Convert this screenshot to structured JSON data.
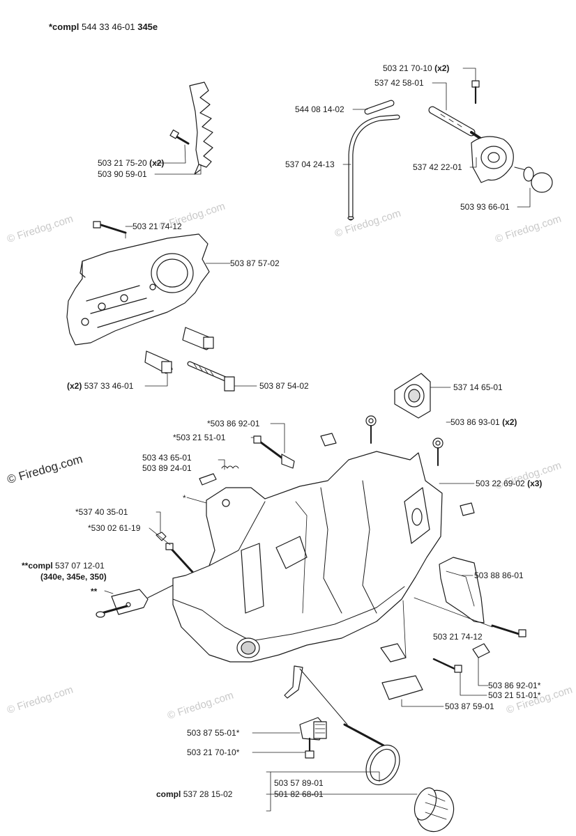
{
  "header": {
    "prefix": "*compl",
    "number": "544 33 46-01",
    "model": "345e"
  },
  "watermark": {
    "text": "© Firedog.com"
  },
  "labels": {
    "p503217010_top": "503 21 70-10",
    "p503217010_top_qty": "(x2)",
    "p537425801": "537 42 58-01",
    "p544081402": "544 08 14-02",
    "p537042413": "537 04 24-13",
    "p537422201": "537 42 22-01",
    "p503936601": "503 93 66-01",
    "p503217520": "503 21 75-20",
    "p503217520_qty": "(x2)",
    "p503905901": "503 90 59-01",
    "p503217412_top": "503 21 74-12",
    "p503875702": "503 87 57-02",
    "p537334601_qty": "(x2)",
    "p537334601": "537 33 46-01",
    "p503875402": "503 87 54-02",
    "p537146501": "537 14 65-01",
    "p503869201_left": "*503 86 92-01",
    "p503215101_left": "*503 21 51-01",
    "p503869301": "503 86 93-01",
    "p503869301_qty": "(x2)",
    "p503436501": "503 43 65-01",
    "p503892401": "503 89 24-01",
    "p503226902": "503 22 69-02",
    "p503226902_qty": "(x3)",
    "star_single": "*",
    "p537403501": "*537 40 35-01",
    "p530026119": "*530 02 61-19",
    "p503888601": "503 88 86-01",
    "p537071201_prefix": "**compl",
    "p537071201": "537 07 12-01",
    "p537071201_models": "(340e, 345e, 350)",
    "star_double": "**",
    "p503217412_bottom": "503 21 74-12",
    "p503869201_right": "503 86 92-01*",
    "p503215101_right": "503 21 51-01*",
    "p503875901": "503 87 59-01",
    "p503875501": "503 87 55-01*",
    "p503217010_bottom": "503 21 70-10*",
    "p503578901": "503 57 89-01",
    "p501826801": "501 82 68-01",
    "p537281502_prefix": "compl",
    "p537281502": "537 28 15-02"
  }
}
